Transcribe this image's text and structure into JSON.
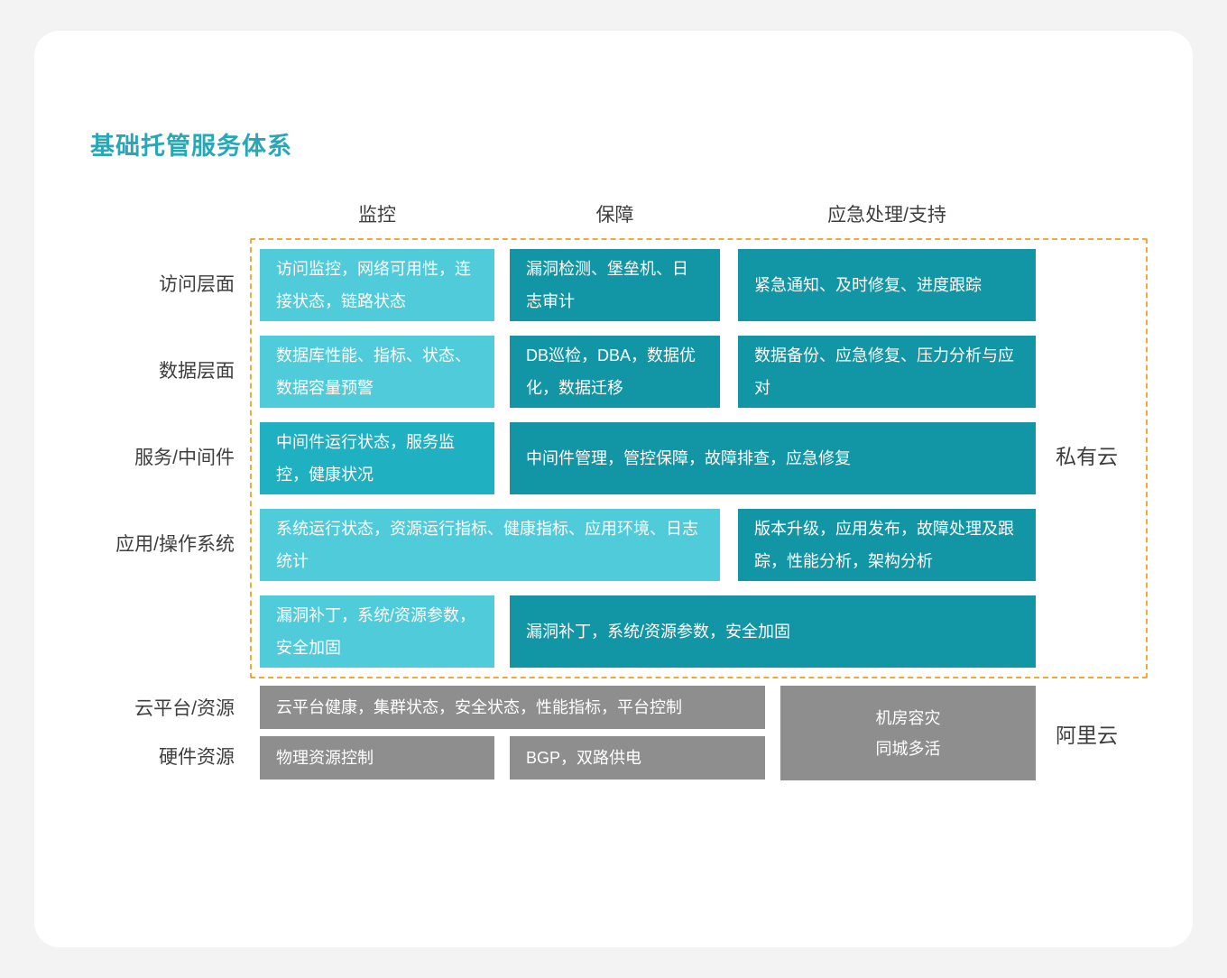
{
  "title": "基础托管服务体系",
  "column_headers": {
    "monitoring": "监控",
    "assurance": "保障",
    "emergency": "应急处理/支持"
  },
  "row_labels": {
    "access": "访问层面",
    "data": "数据层面",
    "service_middleware": "服务/中间件",
    "app_os": "应用/操作系统",
    "cloud_platform": "云平台/资源",
    "hardware": "硬件资源"
  },
  "side_labels": {
    "private_cloud": "私有云",
    "alibaba_cloud": "阿里云"
  },
  "cells": {
    "access_monitoring": "访问监控，网络可用性，连接状态，链路状态",
    "access_assurance": "漏洞检测、堡垒机、日志审计",
    "access_emergency": "紧急通知、及时修复、进度跟踪",
    "data_monitoring": "数据库性能、指标、状态、数据容量预警",
    "data_assurance": "DB巡检，DBA，数据优化，数据迁移",
    "data_emergency": "数据备份、应急修复、压力分析与应对",
    "middleware_monitoring": "中间件运行状态，服务监控，健康状况",
    "middleware_management": "中间件管理，管控保障，故障排查，应急修复",
    "system_monitoring": "系统运行状态，资源运行指标、健康指标、应用环境、日志统计",
    "app_release": "版本升级，应用发布，故障处理及跟踪，性能分析，架构分析",
    "patch_monitoring": "漏洞补丁，系统/资源参数，安全加固",
    "patch_assurance": "漏洞补丁，系统/资源参数，安全加固",
    "cloud_platform_health": "云平台健康，集群状态，安全状态，性能指标，平台控制",
    "datacenter_line1": "机房容灾",
    "datacenter_line2": "同城多活",
    "physical_resource": "物理资源控制",
    "power_network": "BGP，双路供电"
  },
  "colors": {
    "title-teal": "#28a7b7",
    "teal-light": "#4fcbd9",
    "teal-mid": "#1fb0c1",
    "teal-dark": "#1295a5",
    "gray": "#8e8e8e",
    "frame-orange": "#f5a738"
  }
}
